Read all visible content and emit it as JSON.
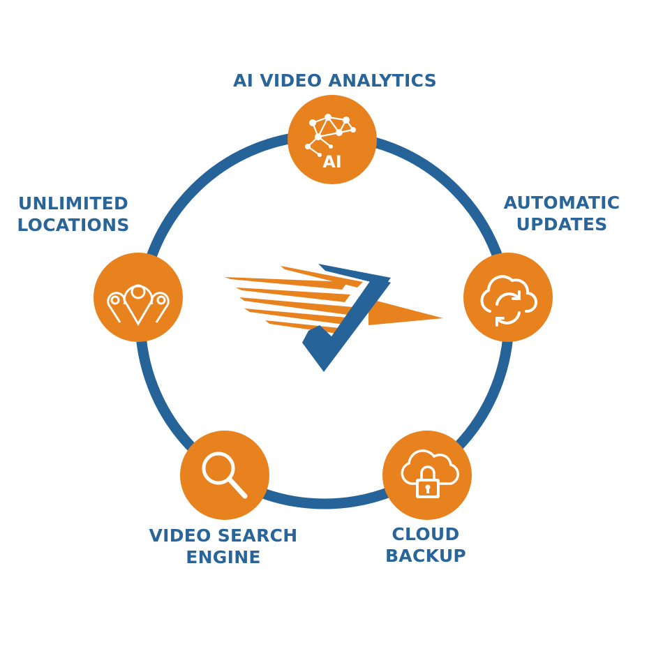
{
  "colors": {
    "ring": "#266398",
    "node": "#e8821e",
    "label": "#2a6599",
    "icon": "#ffffff",
    "logo_orange": "#e8821e",
    "logo_blue": "#266398"
  },
  "features": [
    {
      "id": "ai",
      "lines": [
        "AI VIDEO ANALYTICS"
      ],
      "icon": "ai-network-icon",
      "icon_text": "AI"
    },
    {
      "id": "auto",
      "lines": [
        "AUTOMATIC",
        "UPDATES"
      ],
      "icon": "cloud-sync-icon"
    },
    {
      "id": "cloud",
      "lines": [
        "CLOUD",
        "BACKUP"
      ],
      "icon": "cloud-lock-icon"
    },
    {
      "id": "vse",
      "lines": [
        "VIDEO SEARCH",
        "ENGINE"
      ],
      "icon": "magnifier-icon"
    },
    {
      "id": "unl",
      "lines": [
        "UNLIMITED",
        "LOCATIONS"
      ],
      "icon": "location-pins-icon"
    }
  ],
  "center_logo": "winged-checkmark-logo"
}
